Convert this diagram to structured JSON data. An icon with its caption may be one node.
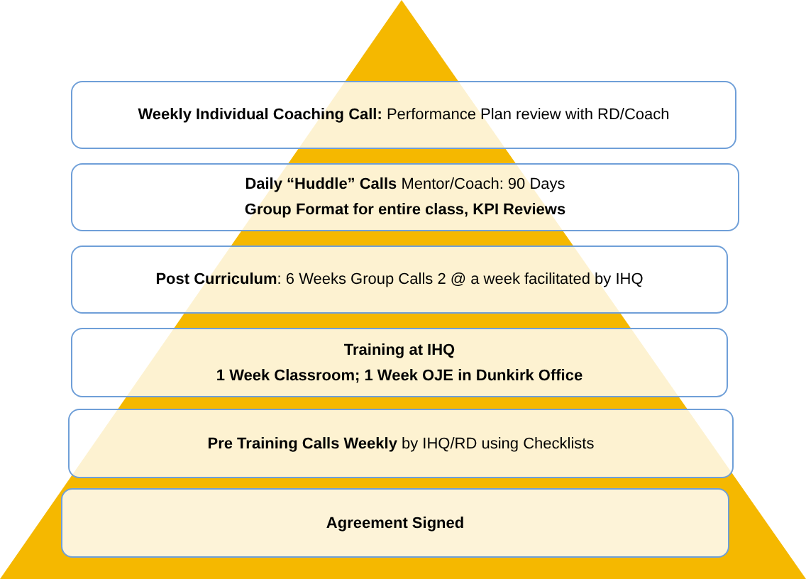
{
  "diagram": {
    "nodes": [
      {
        "text": [
          "**Weekly Individual Coaching Call:** Performance Plan review with RD/Coach"
        ]
      },
      {
        "text": [
          "**Daily “Huddle” Calls** Mentor/Coach: 90 Days",
          "Group Format for entire class, KPI Reviews"
        ]
      },
      {
        "text": [
          "**Post Curriculum**: 6 Weeks Group Calls 2 @ a week facilitated by IHQ"
        ]
      },
      {
        "text": [
          "Training at IHQ",
          "1 Week Classroom; 1 Week OJE in Dunkirk Office"
        ]
      },
      {
        "text": [
          "**Pre Training Calls Weekly** by IHQ/RD using Checklists"
        ]
      },
      {
        "text": [
          "Agreement Signed"
        ]
      }
    ]
  }
}
